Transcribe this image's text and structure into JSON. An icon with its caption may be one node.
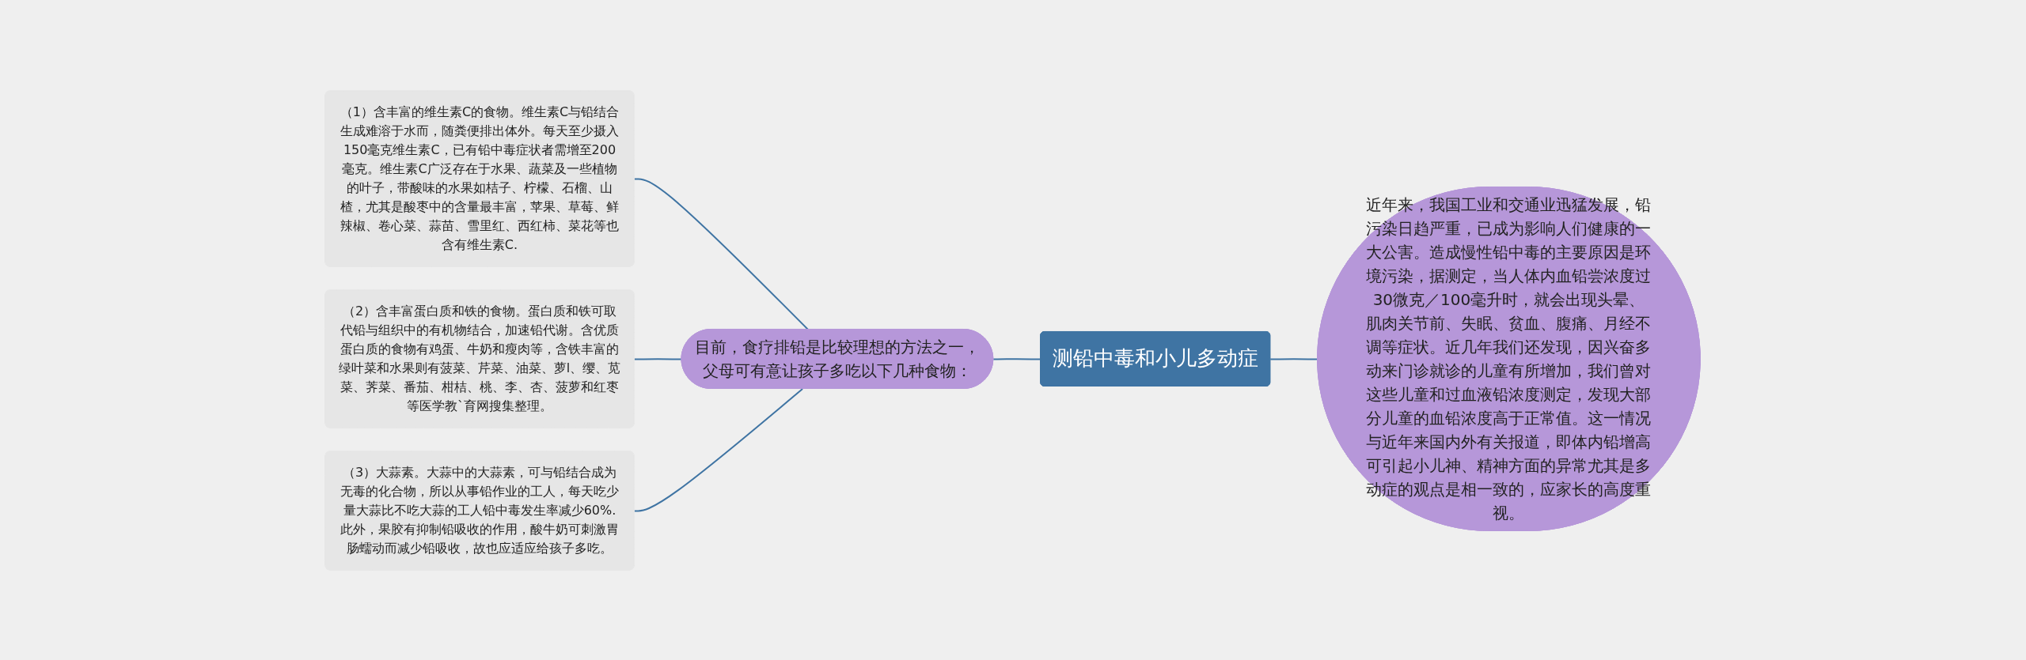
{
  "diagram": {
    "nodes": [
      {
        "text": [
          "测铅中毒和小儿多动症"
        ]
      },
      {
        "text": [
          "目前，食疗排铅是比较理想的方法之一，父母可有意让孩子多吃以下几种食物："
        ]
      },
      {
        "text": [
          "（1）含丰富的维生素C的食物。维生素C与铅结合生成难溶于水而，随粪便排出体外。每天至少摄入150毫克维生素C，已有铅中毒症状者需增至200毫克。维生素C广泛存在于水果、蔬菜及一些植物的叶子，带酸味的水果如桔子、柠檬、石榴、山楂，尤其是酸枣中的含量最丰富，苹果、草莓、鲜辣椒、卷心菜、蒜苗、雪里红、西红柿、菜花等也含有维生素C."
        ]
      },
      {
        "text": [
          "（2）含丰富蛋白质和铁的食物。蛋白质和铁可取代铅与组织中的有机物结合，加速铅代谢。含优质蛋白质的食物有鸡蛋、牛奶和瘦肉等，含铁丰富的绿叶菜和水果则有菠菜、芹菜、油菜、萝l、缨、苋菜、荠菜、番茄、柑桔、桃、李、杏、菠萝和红枣等医学教`育网搜集整理。"
        ]
      },
      {
        "text": [
          "（3）大蒜素。大蒜中的大蒜素，可与铅结合成为无毒的化合物，所以从事铅作业的工人，每天吃少量大蒜比不吃大蒜的工人铅中毒发生率减少60%.此外，果胶有抑制铅吸收的作用，酸牛奶可刺激胃肠蠕动而减少铅吸收，故也应适应给孩子多吃。"
        ]
      },
      {
        "text": [
          "近年来，我国工业和交通业迅猛发展，铅污染日趋严重，已成为影响人们健康的一大公害。造成慢性铅中毒的主要原因是环境污染，据测定，当人体内血铅尝浓度过30微克／100毫升时，就会出现头晕、肌肉关节前、失眠、贫血、腹痛、月经不调等症状。近几年我们还发现，因兴奋多动来门诊就诊的儿童有所增加，我们曾对这些儿童和过血液铅浓度测定，发现大部分儿童的血铅浓度高于正常值。这一情况与近年来国内外有关报道，即体内铅增高可引起小儿神、精神方面的异常尤其是多动症的观点是相一致的，应家长的高度重视。"
        ]
      }
    ],
    "edges": [
      {
        "from": 5,
        "to": 0,
        "arrow": "none"
      },
      {
        "from": 0,
        "to": 1,
        "arrow": "none"
      },
      {
        "from": 1,
        "to": 2,
        "arrow": "none"
      },
      {
        "from": 1,
        "to": 3,
        "arrow": "none"
      },
      {
        "from": 1,
        "to": 4,
        "arrow": "none"
      }
    ]
  }
}
